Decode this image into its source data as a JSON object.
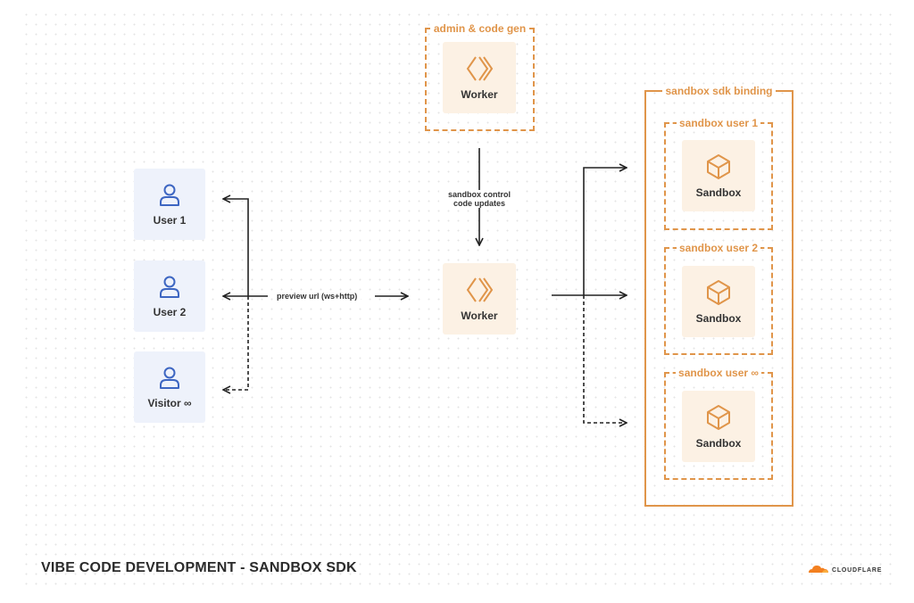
{
  "diagram": {
    "title": "VIBE CODE DEVELOPMENT - SANDBOX SDK",
    "brand": {
      "name": "CLOUDFLARE",
      "icon": "cloud-icon",
      "color": "#f38020"
    },
    "colors": {
      "accent": "#e0954a",
      "user_fill": "#eef2fb",
      "user_icon": "#3d66c2",
      "worker_fill": "#fcf1e4",
      "line": "#222222"
    },
    "users": [
      {
        "label": "User 1",
        "icon": "user-icon"
      },
      {
        "label": "User 2",
        "icon": "user-icon"
      },
      {
        "label": "Visitor ∞",
        "icon": "user-icon"
      }
    ],
    "admin_group": {
      "label": "admin & code gen",
      "worker": {
        "label": "Worker",
        "icon": "worker-chevron-icon"
      }
    },
    "main_worker": {
      "label": "Worker",
      "icon": "worker-chevron-icon"
    },
    "binding_group": {
      "label": "sandbox sdk binding",
      "sandboxes": [
        {
          "group_label": "sandbox user 1",
          "label": "Sandbox",
          "icon": "cube-icon"
        },
        {
          "group_label": "sandbox user 2",
          "label": "Sandbox",
          "icon": "cube-icon"
        },
        {
          "group_label": "sandbox user ∞",
          "label": "Sandbox",
          "icon": "cube-icon"
        }
      ]
    },
    "edges": {
      "control_line1": "sandbox control",
      "control_line2": "code updates",
      "preview": "preview url (ws+http)"
    }
  }
}
